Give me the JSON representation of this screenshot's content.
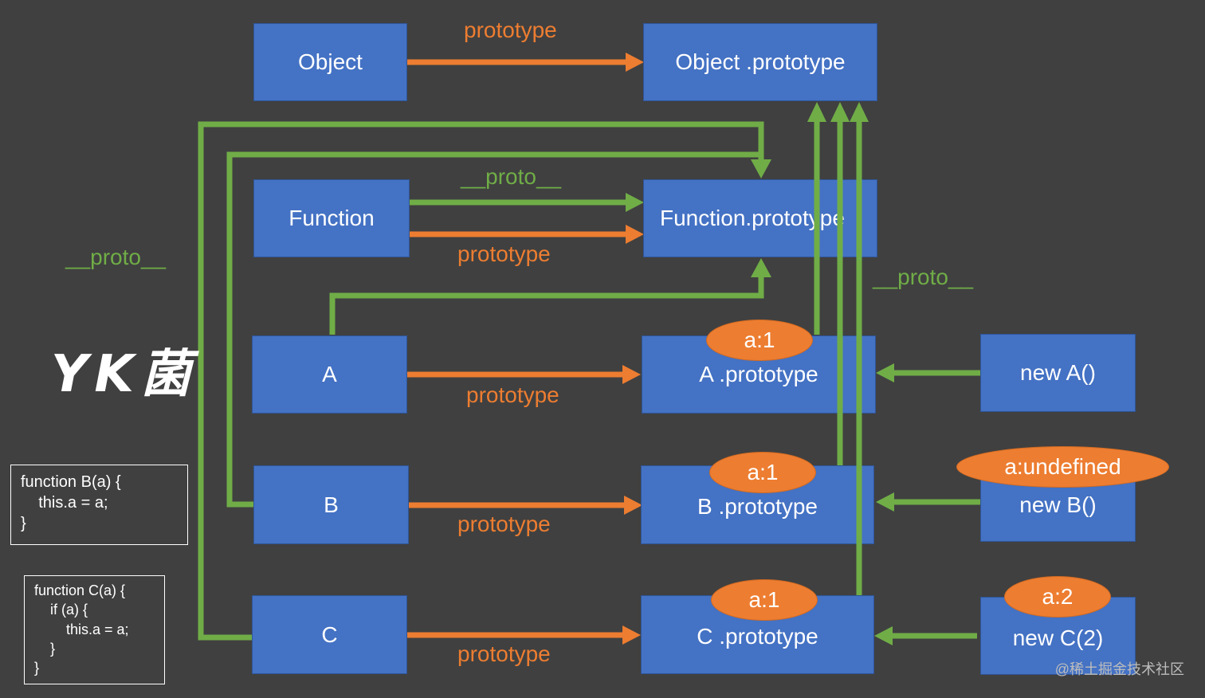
{
  "colors": {
    "background": "#404040",
    "box_fill": "#4472C4",
    "proto_arrow": "#70AD47",
    "prototype_arrow": "#ED7D31",
    "ellipse_fill": "#ED7D31"
  },
  "nodes": {
    "object": "Object",
    "object_prototype": "Object .prototype",
    "function": "Function",
    "function_prototype": "Function.prototype",
    "a": "A",
    "a_prototype": "A .prototype",
    "b": "B",
    "b_prototype": "B .prototype",
    "c": "C",
    "c_prototype": "C .prototype",
    "new_a": "new A()",
    "new_b": "new B()",
    "new_c": "new C(2)"
  },
  "badges": {
    "a_prototype": "a:1",
    "b_prototype": "a:1",
    "c_prototype": "a:1",
    "new_b": "a:undefined",
    "new_c": "a:2"
  },
  "edge_labels": {
    "object_prototype": "prototype",
    "function_proto": "__proto__",
    "function_prototype": "prototype",
    "left_proto": "__proto__",
    "right_proto": "__proto__",
    "a_prototype": "prototype",
    "b_prototype": "prototype",
    "c_prototype": "prototype"
  },
  "code": {
    "b": "function B(a) {\n    this.a = a;\n}",
    "c": "function C(a) {\n    if (a) {\n        this.a = a;\n    }\n}"
  },
  "logo": "YK菌",
  "watermark": "@稀土掘金技术社区"
}
